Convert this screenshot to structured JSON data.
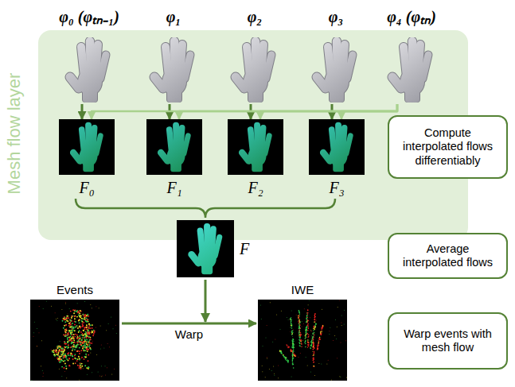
{
  "diagram": {
    "nodes": [
      {
        "text": [
          "Mesh flow layer"
        ]
      },
      {
        "text": [
          "φ₀ (φₜₙ₋₁)"
        ],
        "in": 0
      },
      {
        "text": [
          "φ₁"
        ],
        "in": 0
      },
      {
        "text": [
          "φ₂"
        ],
        "in": 0
      },
      {
        "text": [
          "φ₃"
        ],
        "in": 0
      },
      {
        "text": [
          "φ₄ (φₜₙ)"
        ],
        "in": 0
      },
      {
        "text": [
          "F₀"
        ],
        "in": 0
      },
      {
        "text": [
          "F₁"
        ],
        "in": 0
      },
      {
        "text": [
          "F₂"
        ],
        "in": 0
      },
      {
        "text": [
          "F₃"
        ],
        "in": 0
      },
      {
        "text": [
          "Compute interpolated flows differentiably"
        ]
      },
      {
        "text": [
          "F"
        ]
      },
      {
        "text": [
          "Average interpolated flows"
        ]
      },
      {
        "text": [
          "Events"
        ]
      },
      {
        "text": [
          "IWE"
        ]
      },
      {
        "text": [
          "Warp events with mesh flow"
        ]
      }
    ],
    "edges": [
      {
        "from": 1,
        "to": 6,
        "arrow": "to"
      },
      {
        "from": 2,
        "to": 7,
        "arrow": "to"
      },
      {
        "from": 3,
        "to": 8,
        "arrow": "to"
      },
      {
        "from": 4,
        "to": 9,
        "arrow": "to"
      },
      {
        "from": 5,
        "to": 6,
        "arrow": "to"
      },
      {
        "from": 5,
        "to": 7,
        "arrow": "to"
      },
      {
        "from": 5,
        "to": 8,
        "arrow": "to"
      },
      {
        "from": 5,
        "to": 9,
        "arrow": "to"
      },
      {
        "from": 13,
        "to": 14,
        "label": "Warp",
        "arrow": "to"
      }
    ]
  }
}
